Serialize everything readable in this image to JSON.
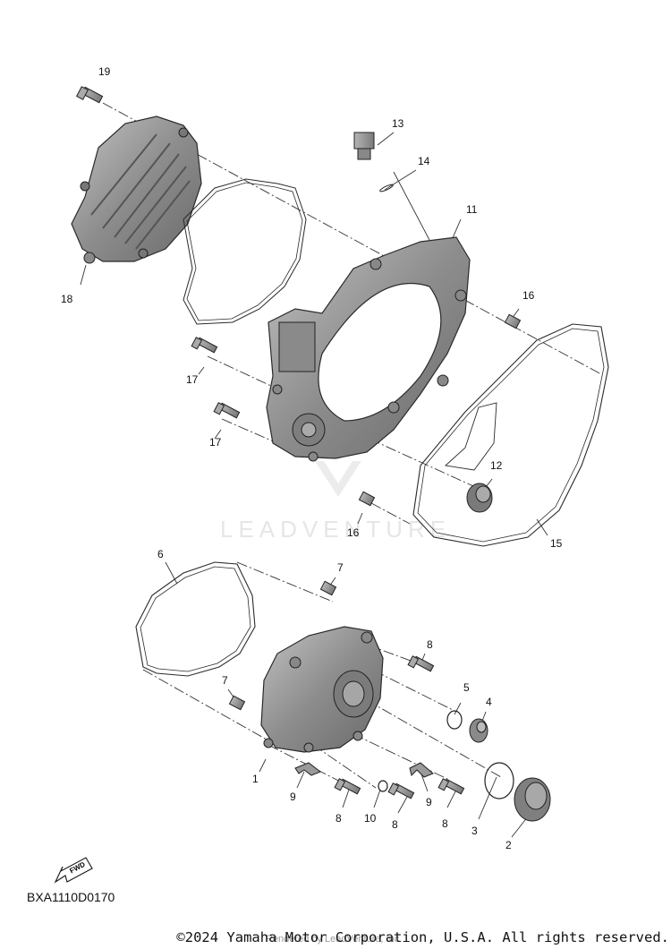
{
  "callouts": [
    "19",
    "13",
    "14",
    "11",
    "18",
    "16",
    "17",
    "17",
    "12",
    "16",
    "15",
    "6",
    "7",
    "8",
    "7",
    "5",
    "4",
    "1",
    "9",
    "8",
    "10",
    "8",
    "9",
    "8",
    "3",
    "2"
  ],
  "fwd_label": "FWD",
  "watermark": "LEADVENTURE",
  "diagram_code": "BXA1110D0170",
  "copyright": "©2024 Yamaha Motor Corporation, U.S.A. All rights reserved.",
  "rendered_by": "Rendered by LeadVenture, Inc.",
  "colors": {
    "part_fill": "#9a9a9a",
    "part_dark": "#6e6e6e",
    "outline": "#2a2a2a",
    "gasket": "#cfcfcf"
  }
}
